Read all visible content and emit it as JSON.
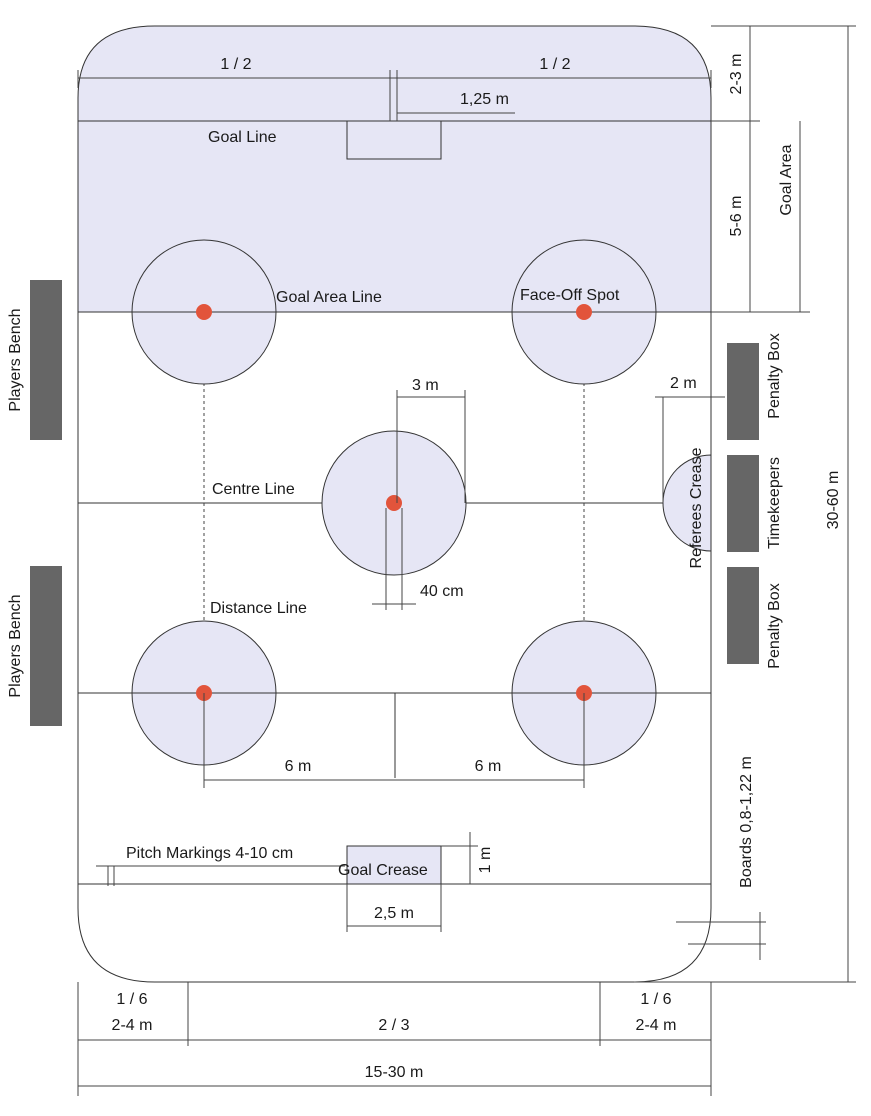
{
  "labels": {
    "half_left": "1 / 2",
    "half_right": "1 / 2",
    "goal_offset": "1,25 m",
    "goal_line": "Goal Line",
    "goal_line_gap": "2-3 m",
    "goal_area_depth": "5-6 m",
    "goal_area": "Goal Area",
    "goal_area_line": "Goal Area Line",
    "face_off_spot": "Face-Off Spot",
    "players_bench_top": "Players Bench",
    "players_bench_bottom": "Players Bench",
    "penalty_box_top": "Penalty Box",
    "timekeepers": "Timekeepers",
    "penalty_box_bottom": "Penalty Box",
    "referees_crease": "Referees Crease",
    "referee_crease_size": "2 m",
    "centre_radius": "3 m",
    "centre_line": "Centre Line",
    "spot_size": "40 cm",
    "distance_line": "Distance Line",
    "six_m_left": "6 m",
    "six_m_right": "6 m",
    "rink_length": "30-60 m",
    "boards": "Boards 0,8-1,22 m",
    "pitch_markings": "Pitch Markings 4-10 cm",
    "goal_crease": "Goal Crease",
    "crease_depth": "1 m",
    "crease_width": "2,5 m",
    "corner_left_frac": "1 / 6",
    "corner_left_m": "2-4 m",
    "middle_frac": "2 / 3",
    "corner_right_frac": "1 / 6",
    "corner_right_m": "2-4 m",
    "rink_width": "15-30 m"
  },
  "colors": {
    "zone_fill": "#e6e6f5",
    "spot": "#e2543b",
    "bench": "#666666",
    "line": "#333333"
  }
}
